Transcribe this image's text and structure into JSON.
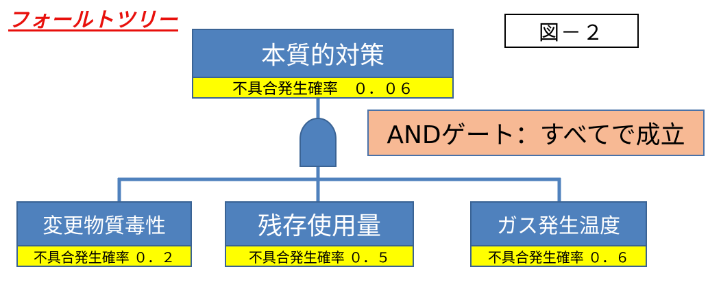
{
  "title": "フォールトツリー",
  "figure_label": "図－２",
  "gate_note": "ANDゲート：すべてで成立",
  "colors": {
    "box_fill": "#4f81bd",
    "prob_fill": "#ffff00",
    "note_fill": "#f7b994",
    "title_red": "#e8100c"
  },
  "top_event": {
    "label": "本質的対策",
    "probability": "不具合発生確率　０．０６"
  },
  "gate": {
    "type": "AND",
    "icon": "and-gate-icon"
  },
  "events": [
    {
      "label": "変更物質毒性",
      "probability": "不具合発生確率 ０．２"
    },
    {
      "label": "残存使用量",
      "probability": "不具合発生確率 ０．５"
    },
    {
      "label": "ガス発生温度",
      "probability": "不具合発生確率 ０．６"
    }
  ]
}
